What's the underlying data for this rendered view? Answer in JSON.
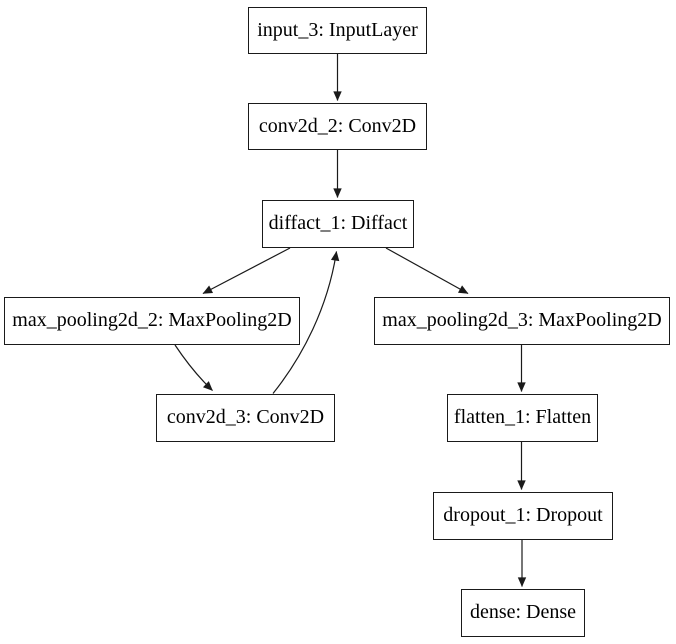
{
  "diagram": {
    "type": "model-architecture-graph",
    "nodes": [
      {
        "id": "input_3",
        "label": "input_3: InputLayer"
      },
      {
        "id": "conv2d_2",
        "label": "conv2d_2: Conv2D"
      },
      {
        "id": "diffact_1",
        "label": "diffact_1: Diffact"
      },
      {
        "id": "max_pooling2d_2",
        "label": "max_pooling2d_2: MaxPooling2D"
      },
      {
        "id": "max_pooling2d_3",
        "label": "max_pooling2d_3: MaxPooling2D"
      },
      {
        "id": "conv2d_3",
        "label": "conv2d_3: Conv2D"
      },
      {
        "id": "flatten_1",
        "label": "flatten_1: Flatten"
      },
      {
        "id": "dropout_1",
        "label": "dropout_1: Dropout"
      },
      {
        "id": "dense",
        "label": "dense: Dense"
      }
    ],
    "edges": [
      {
        "from": "input_3",
        "to": "conv2d_2"
      },
      {
        "from": "conv2d_2",
        "to": "diffact_1"
      },
      {
        "from": "diffact_1",
        "to": "max_pooling2d_2"
      },
      {
        "from": "diffact_1",
        "to": "max_pooling2d_3"
      },
      {
        "from": "max_pooling2d_2",
        "to": "conv2d_3"
      },
      {
        "from": "conv2d_3",
        "to": "diffact_1"
      },
      {
        "from": "max_pooling2d_3",
        "to": "flatten_1"
      },
      {
        "from": "flatten_1",
        "to": "dropout_1"
      },
      {
        "from": "dropout_1",
        "to": "dense"
      }
    ],
    "colors": {
      "background": "#ffffff",
      "node_fill": "#ffffff",
      "node_border": "#1a1a1a",
      "edge_stroke": "#1a1a1a",
      "text": "#000000"
    }
  }
}
